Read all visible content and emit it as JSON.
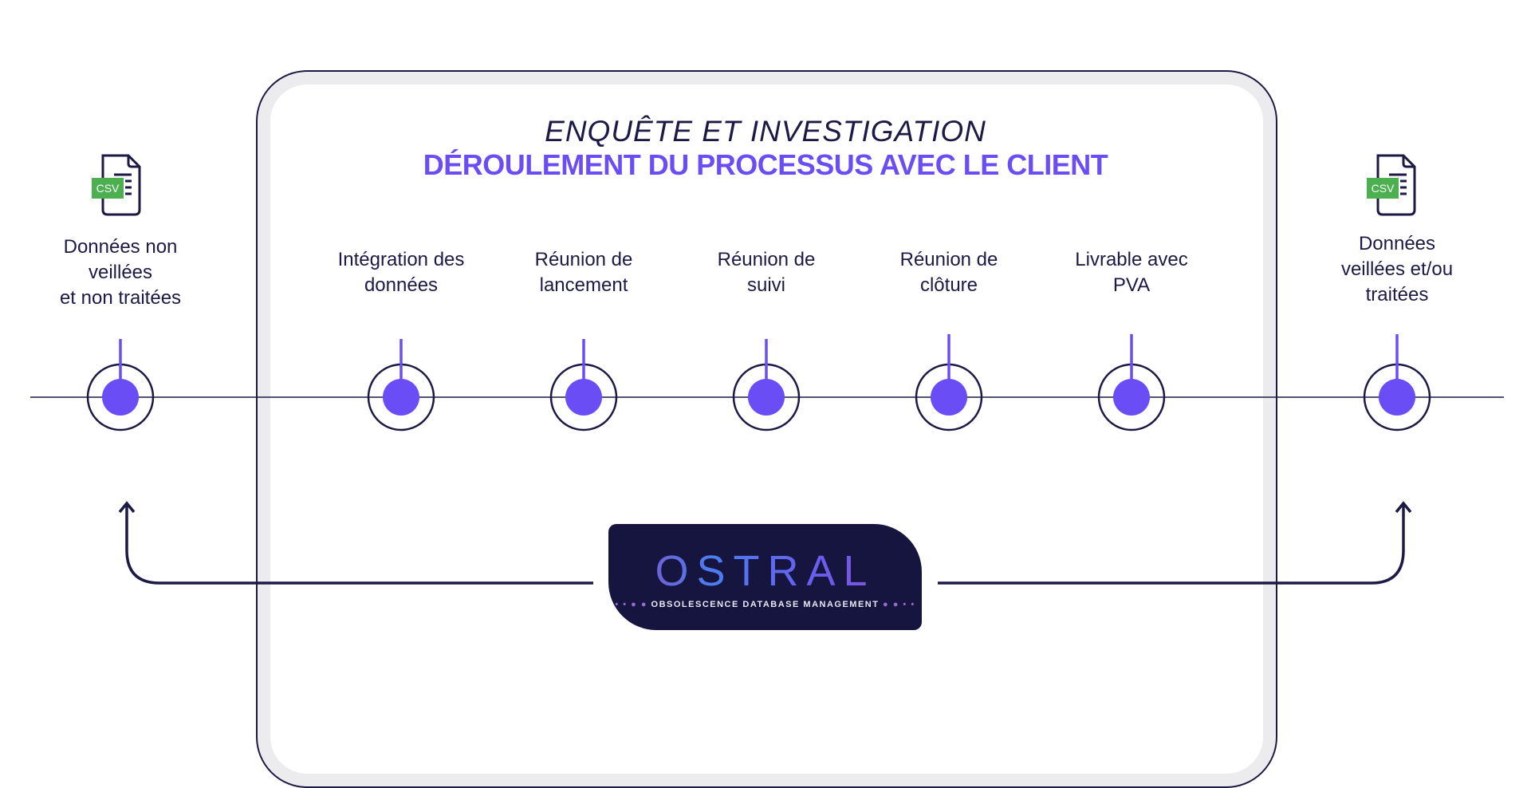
{
  "title": "ENQUÊTE ET INVESTIGATION",
  "subtitle": "DÉROULEMENT DU PROCESSUS AVEC LE CLIENT",
  "input": {
    "icon": "csv-file-icon",
    "badge": "CSV",
    "label_lines": [
      "Données non",
      "veillées",
      "et non traitées"
    ]
  },
  "output": {
    "icon": "csv-file-icon",
    "badge": "CSV",
    "label_lines": [
      "Données",
      "veillées et/ou",
      "traitées"
    ]
  },
  "steps": [
    {
      "lines": [
        "Intégration des",
        "données"
      ]
    },
    {
      "lines": [
        "Réunion de",
        "lancement"
      ]
    },
    {
      "lines": [
        "Réunion de",
        "suivi"
      ]
    },
    {
      "lines": [
        "Réunion de",
        "clôture"
      ]
    },
    {
      "lines": [
        "Livrable avec",
        "PVA"
      ]
    }
  ],
  "logo": {
    "name": "OSTRAL",
    "tagline": "OBSOLESCENCE DATABASE MANAGEMENT"
  },
  "colors": {
    "accent": "#6a4df4",
    "navy": "#1c1a45",
    "csv_green": "#4caf50"
  }
}
